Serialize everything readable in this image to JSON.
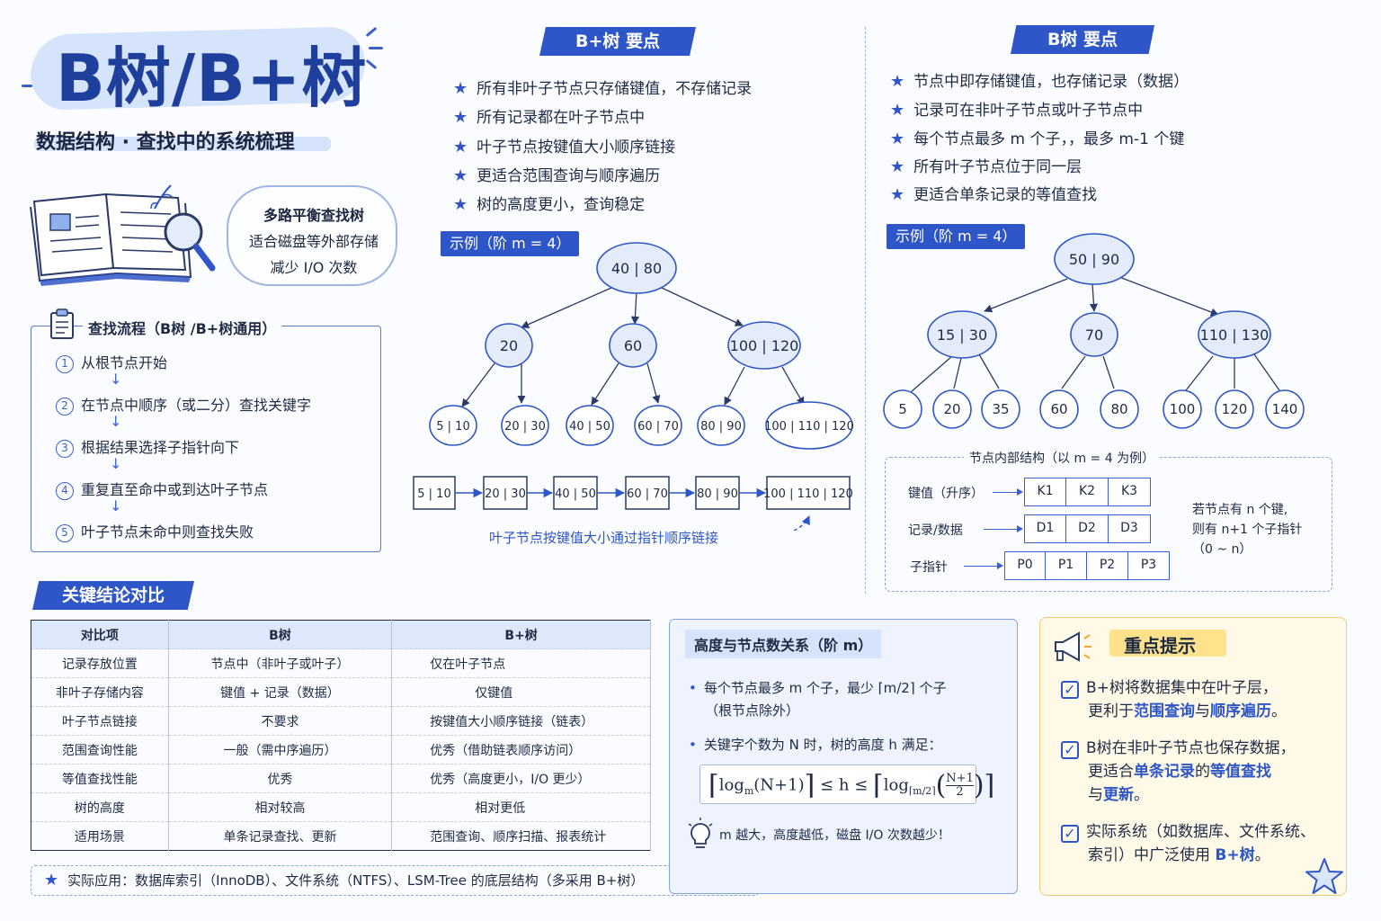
{
  "header": {
    "title": "B树/B+树",
    "subtitle": "数据结构 · 查找中的系统梳理"
  },
  "cloud": {
    "line1": "多路平衡查找树",
    "line2": "适合磁盘等外部存储",
    "line3": "减少 I/O 次数"
  },
  "process": {
    "title": "查找流程（B树 /B+树通用）",
    "steps": [
      {
        "num": "1",
        "text": "从根节点开始"
      },
      {
        "num": "2",
        "text": "在节点中顺序（或二分）查找关键字"
      },
      {
        "num": "3",
        "text": "根据结果选择子指针向下"
      },
      {
        "num": "4",
        "text": "重复直至命中或到达叶子节点"
      },
      {
        "num": "5",
        "text": "叶子节点未命中则查找失败"
      }
    ]
  },
  "bplus": {
    "banner": "B+树  要点",
    "bullets": [
      "所有非叶子节点只存储键值，不存储记录",
      "所有记录都在叶子节点中",
      "叶子节点按键值大小顺序链接",
      "更适合范围查询与顺序遍历",
      "树的高度更小，查询稳定"
    ],
    "example_tag": "示例（阶 m = 4）",
    "root": "40 | 80",
    "level2": [
      "20",
      "60",
      "100 | 120"
    ],
    "leaves": [
      "5 | 10",
      "20 | 30",
      "40 | 50",
      "60 | 70",
      "80 | 90",
      "100 | 110 | 120"
    ],
    "linked": [
      "5 | 10",
      "20 | 30",
      "40 | 50",
      "60 | 70",
      "80 | 90",
      "100 | 110 | 120"
    ],
    "link_caption": "叶子节点按键值大小通过指针顺序链接"
  },
  "btree": {
    "banner": "B树  要点",
    "bullets": [
      "节点中即存储键值，也存储记录（数据）",
      "记录可在非叶子节点或叶子节点中",
      "每个节点最多  m  个子，，最多  m-1  个键",
      "所有叶子节点位于同一层",
      "更适合单条记录的等值查找"
    ],
    "example_tag": "示例（阶 m = 4）",
    "root": "50 | 90",
    "level2": [
      "15 | 30",
      "70",
      "110 | 130"
    ],
    "leaves": [
      "5",
      "20",
      "35",
      "60",
      "80",
      "100",
      "120",
      "140"
    ],
    "structure": {
      "title": "节点内部结构（以 m = 4 为例）",
      "key_label": "键值（升序）",
      "record_label": "记录/数据",
      "pointer_label": "子指针",
      "keys": [
        "K1",
        "K2",
        "K3"
      ],
      "records": [
        "D1",
        "D2",
        "D3"
      ],
      "pointers": [
        "P0",
        "P1",
        "P2",
        "P3"
      ],
      "note_line1": "若节点有  n  个键,",
      "note_line2": "则有  n+1  个子指针",
      "note_line3": "（0 ~ n）"
    }
  },
  "compare": {
    "banner": "关键结论对比",
    "headers": [
      "对比项",
      "B树",
      "B+树"
    ],
    "rows": [
      [
        "记录存放位置",
        "节点中（非叶子或叶子）",
        "仅在叶子节点"
      ],
      [
        "非叶子存储内容",
        "键值 + 记录（数据）",
        "仅键值"
      ],
      [
        "叶子节点链接",
        "不要求",
        "按键值大小顺序链接（链表）"
      ],
      [
        "范围查询性能",
        "一般（需中序遍历）",
        "优秀（借助链表顺序访问）"
      ],
      [
        "等值查找性能",
        "优秀",
        "优秀（高度更小，I/O 更少）"
      ],
      [
        "树的高度",
        "相对较高",
        "相对更低"
      ],
      [
        "适用场景",
        "单条记录查找、更新",
        "范围查询、顺序扫描、报表统计"
      ]
    ],
    "apps": "实际应用：数据库索引（InnoDB）、文件系统（NTFS）、LSM-Tree 的底层结构（多采用 B+树）"
  },
  "height": {
    "title": "高度与节点数关系（阶 m）",
    "bullet1_line1": "每个节点最多  m  个子，最少 ⌈m/2⌉ 个子",
    "bullet1_line2": "（根节点除外）",
    "bullet2": "关键字个数为  N  时，树的高度  h  满足：",
    "f_log": "log",
    "f_m": "m",
    "f_arg": "(N+1)",
    "f_le": "≤ h ≤",
    "f_base": "⌈m/2⌉",
    "f_num": "N+1",
    "f_den": "2",
    "tip": "m 越大，高度越低，磁盘 I/O 次数越少！"
  },
  "hints": {
    "title": "重点提示",
    "item1_a": "B+树将数据集中在叶子层，",
    "item1_b_pre": "更利于",
    "item1_b_hl1": "范围查询",
    "item1_b_mid": "与",
    "item1_b_hl2": "顺序遍历",
    "item1_b_post": "。",
    "item2_a": "B树在非叶子节点也保存数据，",
    "item2_b_pre": "更适合",
    "item2_b_hl1": "单条记录",
    "item2_b_mid": "的",
    "item2_b_hl2": "等值查找",
    "item2_c_pre": "与",
    "item2_c_hl": "更新",
    "item2_c_post": "。",
    "item3_a": "实际系统（如数据库、文件系统、",
    "item3_b_pre": "索引）中广泛使用 ",
    "item3_b_hl": "B+树",
    "item3_b_post": "。"
  }
}
